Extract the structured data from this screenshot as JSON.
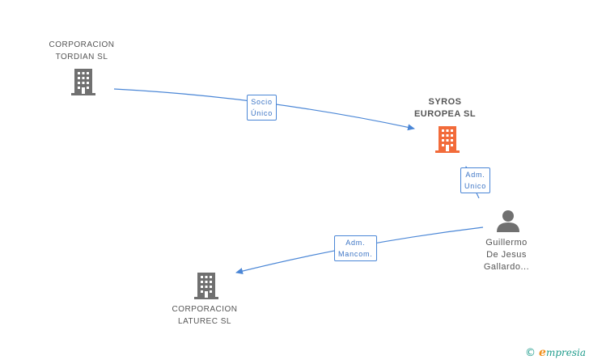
{
  "nodes": {
    "tordian": {
      "lines": [
        "CORPORACION",
        "TORDIAN SL"
      ]
    },
    "syros": {
      "lines": [
        "SYROS",
        "EUROPEA SL"
      ]
    },
    "laturec": {
      "lines": [
        "CORPORACION",
        "LATUREC SL"
      ]
    },
    "guillermo": {
      "lines": [
        "Guillermo",
        "De Jesus",
        "Gallardo..."
      ]
    }
  },
  "relations": {
    "socio": {
      "lines": [
        "Socio",
        "Único"
      ]
    },
    "adm_unico": {
      "lines": [
        "Adm.",
        "Unico"
      ]
    },
    "adm_mancom": {
      "lines": [
        "Adm.",
        "Mancom."
      ]
    }
  },
  "colors": {
    "edge": "#4a86d6",
    "company": "#707070",
    "main_company": "#f26b3a",
    "person": "#707070"
  },
  "brand": {
    "copyright": "©",
    "name_initial": "e",
    "name_rest": "mpresia"
  }
}
